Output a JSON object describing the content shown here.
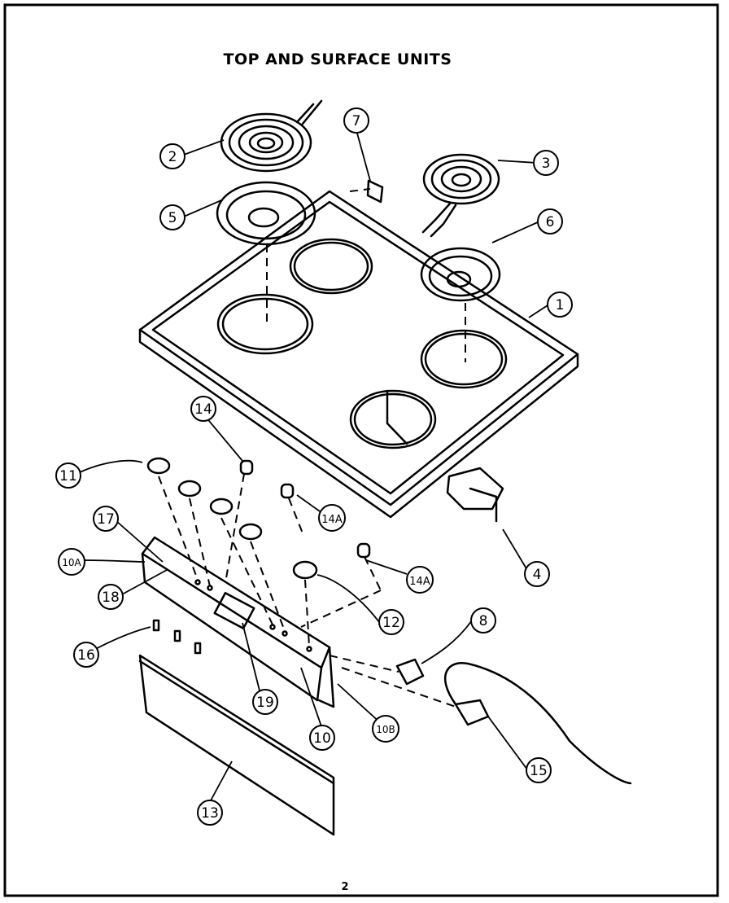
{
  "title": "TOP AND SURFACE UNITS",
  "page_number": "2",
  "callouts": [
    "1",
    "2",
    "3",
    "4",
    "5",
    "6",
    "7",
    "8",
    "10",
    "10A",
    "10B",
    "11",
    "12",
    "13",
    "14",
    "14A",
    "14A",
    "15",
    "16",
    "17",
    "18",
    "19"
  ]
}
